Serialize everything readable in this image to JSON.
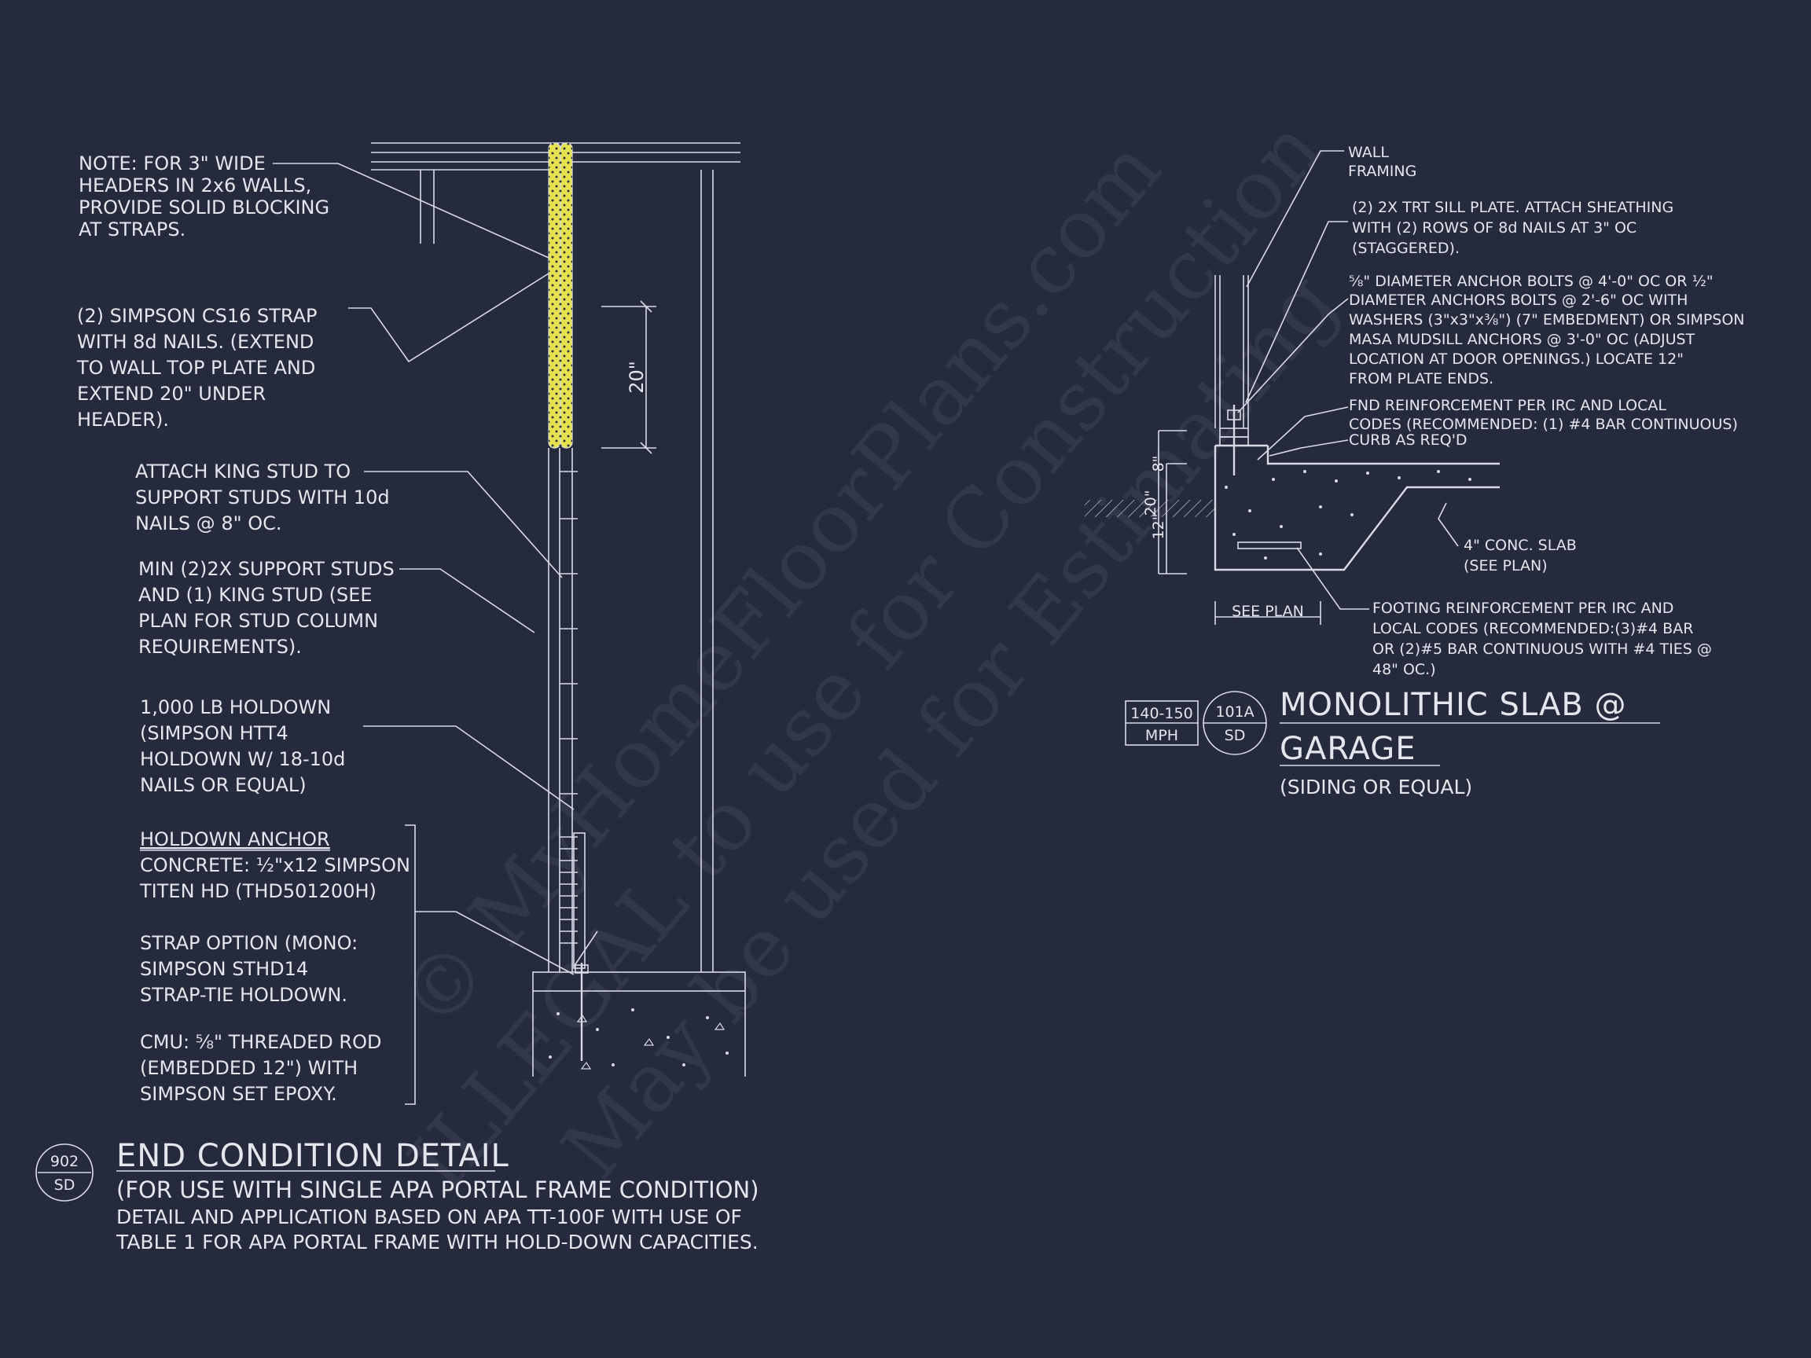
{
  "detail_902": {
    "callout_number": "902",
    "callout_sheet": "SD",
    "title": "END CONDITION DETAIL",
    "subtitle": "(FOR USE WITH SINGLE APA PORTAL FRAME CONDITION)",
    "desc_line1": "DETAIL AND APPLICATION BASED ON APA TT-100F WITH USE OF",
    "desc_line2": "TABLE 1 FOR APA PORTAL FRAME WITH HOLD-DOWN CAPACITIES.",
    "dimension": "20\"",
    "notes": {
      "header_note": [
        "NOTE: FOR 3\" WIDE",
        "HEADERS IN 2x6 WALLS,",
        "PROVIDE SOLID BLOCKING",
        "AT STRAPS."
      ],
      "strap_note": [
        "(2) SIMPSON CS16 STRAP",
        "WITH 8d NAILS. (EXTEND",
        "TO WALL TOP PLATE AND",
        "EXTEND 20\" UNDER",
        "HEADER)."
      ],
      "king_stud_note": [
        "ATTACH KING STUD TO",
        "SUPPORT STUDS WITH 10d",
        "NAILS @ 8\" OC."
      ],
      "support_studs_note": [
        "MIN (2)2X SUPPORT STUDS",
        "AND (1) KING STUD (SEE",
        "PLAN FOR STUD COLUMN",
        "REQUIREMENTS)."
      ],
      "holdown_note": [
        "1,000 LB HOLDOWN",
        "(SIMPSON HTT4",
        "HOLDOWN W/ 18-10d",
        "NAILS OR EQUAL)"
      ],
      "anchor_heading": "HOLDOWN ANCHOR",
      "anchor_concrete": [
        "CONCRETE: ½\"x12 SIMPSON",
        "TITEN HD (THD501200H)"
      ],
      "anchor_strap": [
        "STRAP OPTION (MONO:",
        "SIMPSON STHD14",
        "STRAP-TIE HOLDOWN."
      ],
      "anchor_cmu": [
        "CMU: ⅝\" THREADED ROD",
        "(EMBEDDED 12\") WITH",
        "SIMPSON SET EPOXY."
      ]
    }
  },
  "detail_101a": {
    "callout_number": "101A",
    "callout_sheet": "SD",
    "wind_speed": "140-150",
    "wind_unit": "MPH",
    "title_line1": "MONOLITHIC SLAB @",
    "title_line2": "GARAGE",
    "subtitle": "(SIDING OR EQUAL)",
    "dim_8": "8\"",
    "dim_12": "12\"",
    "dim_20": "20\"",
    "see_plan": "SEE PLAN",
    "notes": {
      "wall_framing": [
        "WALL",
        "FRAMING"
      ],
      "sill_plate": [
        "(2) 2X TRT SILL PLATE. ATTACH SHEATHING",
        "WITH (2) ROWS OF 8d NAILS AT 3\" OC",
        "(STAGGERED)."
      ],
      "anchor_bolts": [
        "⅝\" DIAMETER ANCHOR BOLTS @ 4'-0\" OC OR ½\"",
        "DIAMETER ANCHORS BOLTS @ 2'-6\" OC WITH",
        "WASHERS (3\"x3\"x⅜\") (7\" EMBEDMENT) OR SIMPSON",
        "MASA MUDSILL ANCHORS @ 3'-0\" OC (ADJUST",
        "LOCATION AT DOOR OPENINGS.)  LOCATE 12\"",
        "FROM PLATE ENDS."
      ],
      "fnd_reinforcement": [
        "FND REINFORCEMENT PER IRC AND LOCAL",
        "CODES (RECOMMENDED: (1) #4 BAR CONTINUOUS)"
      ],
      "curb": "CURB AS REQ'D",
      "slab": [
        "4\" CONC. SLAB",
        "(SEE PLAN)"
      ],
      "footing": [
        "FOOTING REINFORCEMENT PER IRC AND",
        "LOCAL CODES (RECOMMENDED:(3)#4 BAR",
        "OR (2)#5 BAR CONTINUOUS WITH #4 TIES @",
        "48\" OC.)"
      ]
    }
  },
  "watermark": {
    "line1": "© MyHomeFloorPlans.com",
    "line2": "ILLEGAL to use for Construction",
    "line3": "May be used for Estimating"
  },
  "colors": {
    "background": "#252a3d",
    "linework": "#d8dbe6",
    "strap_highlight": "#e6e24f"
  }
}
